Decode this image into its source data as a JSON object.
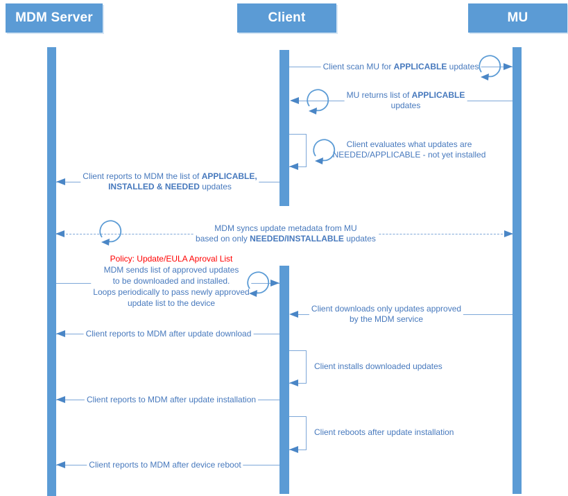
{
  "diagram_type": "uml-sequence",
  "colors": {
    "actor_fill": "#5b9bd5",
    "lifeline_fill": "#5b9bd5",
    "message_line": "#7da7d8",
    "arrowhead": "#4a86c6",
    "label_text": "#4779bd",
    "policy_text": "#ff0000"
  },
  "actors": [
    {
      "label": "MDM Server"
    },
    {
      "label": "Client"
    },
    {
      "label": "MU"
    }
  ],
  "messages": [
    {
      "from": "Client",
      "to": "MU",
      "style": "solid",
      "loop_icon": true,
      "lines": [
        [
          {
            "text": "Client scan MU for "
          },
          {
            "text": "APPLICABLE",
            "bold": true
          },
          {
            "text": " updates"
          }
        ]
      ]
    },
    {
      "from": "MU",
      "to": "Client",
      "style": "solid",
      "loop_icon": true,
      "lines": [
        [
          {
            "text": "MU returns list of "
          },
          {
            "text": "APPLICABLE",
            "bold": true
          }
        ],
        [
          {
            "text": "updates"
          }
        ]
      ]
    },
    {
      "from": "Client",
      "to": "Client",
      "style": "self",
      "loop_icon": true,
      "lines": [
        [
          {
            "text": "Client evaluates what updates are"
          }
        ],
        [
          {
            "text": "NEEDED/APPLICABLE - not yet installed"
          }
        ]
      ]
    },
    {
      "from": "Client",
      "to": "MDM Server",
      "style": "solid",
      "loop_icon": false,
      "lines": [
        [
          {
            "text": "Client reports to MDM the list of "
          },
          {
            "text": "APPLICABLE,",
            "bold": true
          }
        ],
        [
          {
            "text": "INSTALLED & NEEDED",
            "bold": true
          },
          {
            "text": " updates"
          }
        ]
      ]
    },
    {
      "from": "MDM Server",
      "to": "MU",
      "style": "dashed-bidirectional",
      "loop_icon": true,
      "lines": [
        [
          {
            "text": "MDM syncs update metadata from MU"
          }
        ],
        [
          {
            "text": "based on only "
          },
          {
            "text": "NEEDED/INSTALLABLE",
            "bold": true
          },
          {
            "text": " updates"
          }
        ]
      ]
    },
    {
      "from": "MDM Server",
      "to": "Client",
      "style": "solid",
      "loop_icon": true,
      "lines": [
        [
          {
            "text": "Policy: Update/EULA Aproval List",
            "red": true
          }
        ],
        [
          {
            "text": "MDM sends list of approved updates"
          }
        ],
        [
          {
            "text": "to be downloaded and installed."
          }
        ],
        [
          {
            "text": "Loops periodically to pass newly approved"
          }
        ],
        [
          {
            "text": "update list to the device"
          }
        ]
      ]
    },
    {
      "from": "MU",
      "to": "Client",
      "style": "solid",
      "loop_icon": false,
      "lines": [
        [
          {
            "text": "Client downloads only updates approved"
          }
        ],
        [
          {
            "text": "by the MDM service"
          }
        ]
      ]
    },
    {
      "from": "Client",
      "to": "MDM Server",
      "style": "solid",
      "loop_icon": false,
      "lines": [
        [
          {
            "text": "Client reports to MDM after update download"
          }
        ]
      ]
    },
    {
      "from": "Client",
      "to": "Client",
      "style": "self",
      "loop_icon": false,
      "lines": [
        [
          {
            "text": "Client installs downloaded updates"
          }
        ]
      ]
    },
    {
      "from": "Client",
      "to": "MDM Server",
      "style": "solid",
      "loop_icon": false,
      "lines": [
        [
          {
            "text": "Client reports to MDM after update installation"
          }
        ]
      ]
    },
    {
      "from": "Client",
      "to": "Client",
      "style": "self",
      "loop_icon": false,
      "lines": [
        [
          {
            "text": "Client reboots after update installation"
          }
        ]
      ]
    },
    {
      "from": "Client",
      "to": "MDM Server",
      "style": "solid",
      "loop_icon": false,
      "lines": [
        [
          {
            "text": "Client reports to MDM after device reboot"
          }
        ]
      ]
    }
  ]
}
